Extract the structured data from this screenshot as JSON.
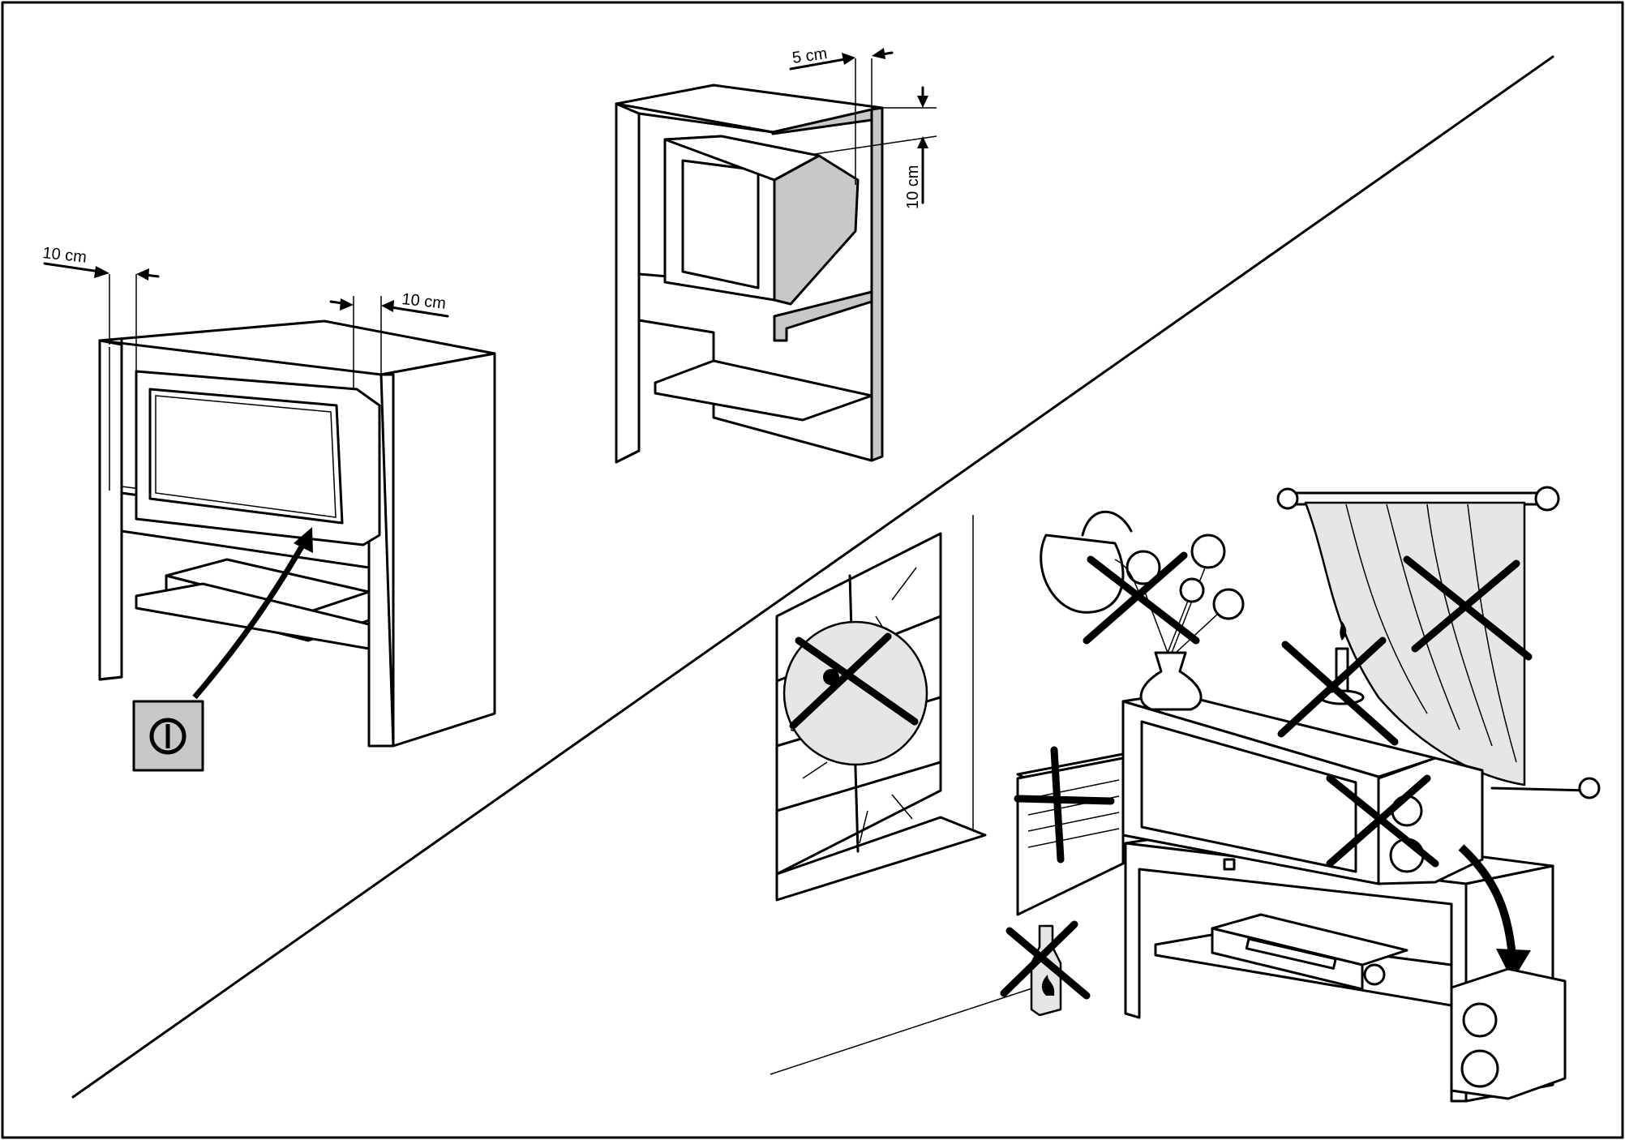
{
  "labels": {
    "clear_left": "10 cm",
    "clear_right": "10 cm",
    "clear_side": "5 cm",
    "clear_top": "10 cm"
  },
  "power_icon": "power-icon",
  "colors": {
    "line": "#000000",
    "fill_gray": "#c8c8c8",
    "fill_light": "#e6e6e6",
    "background": "#ffffff"
  }
}
